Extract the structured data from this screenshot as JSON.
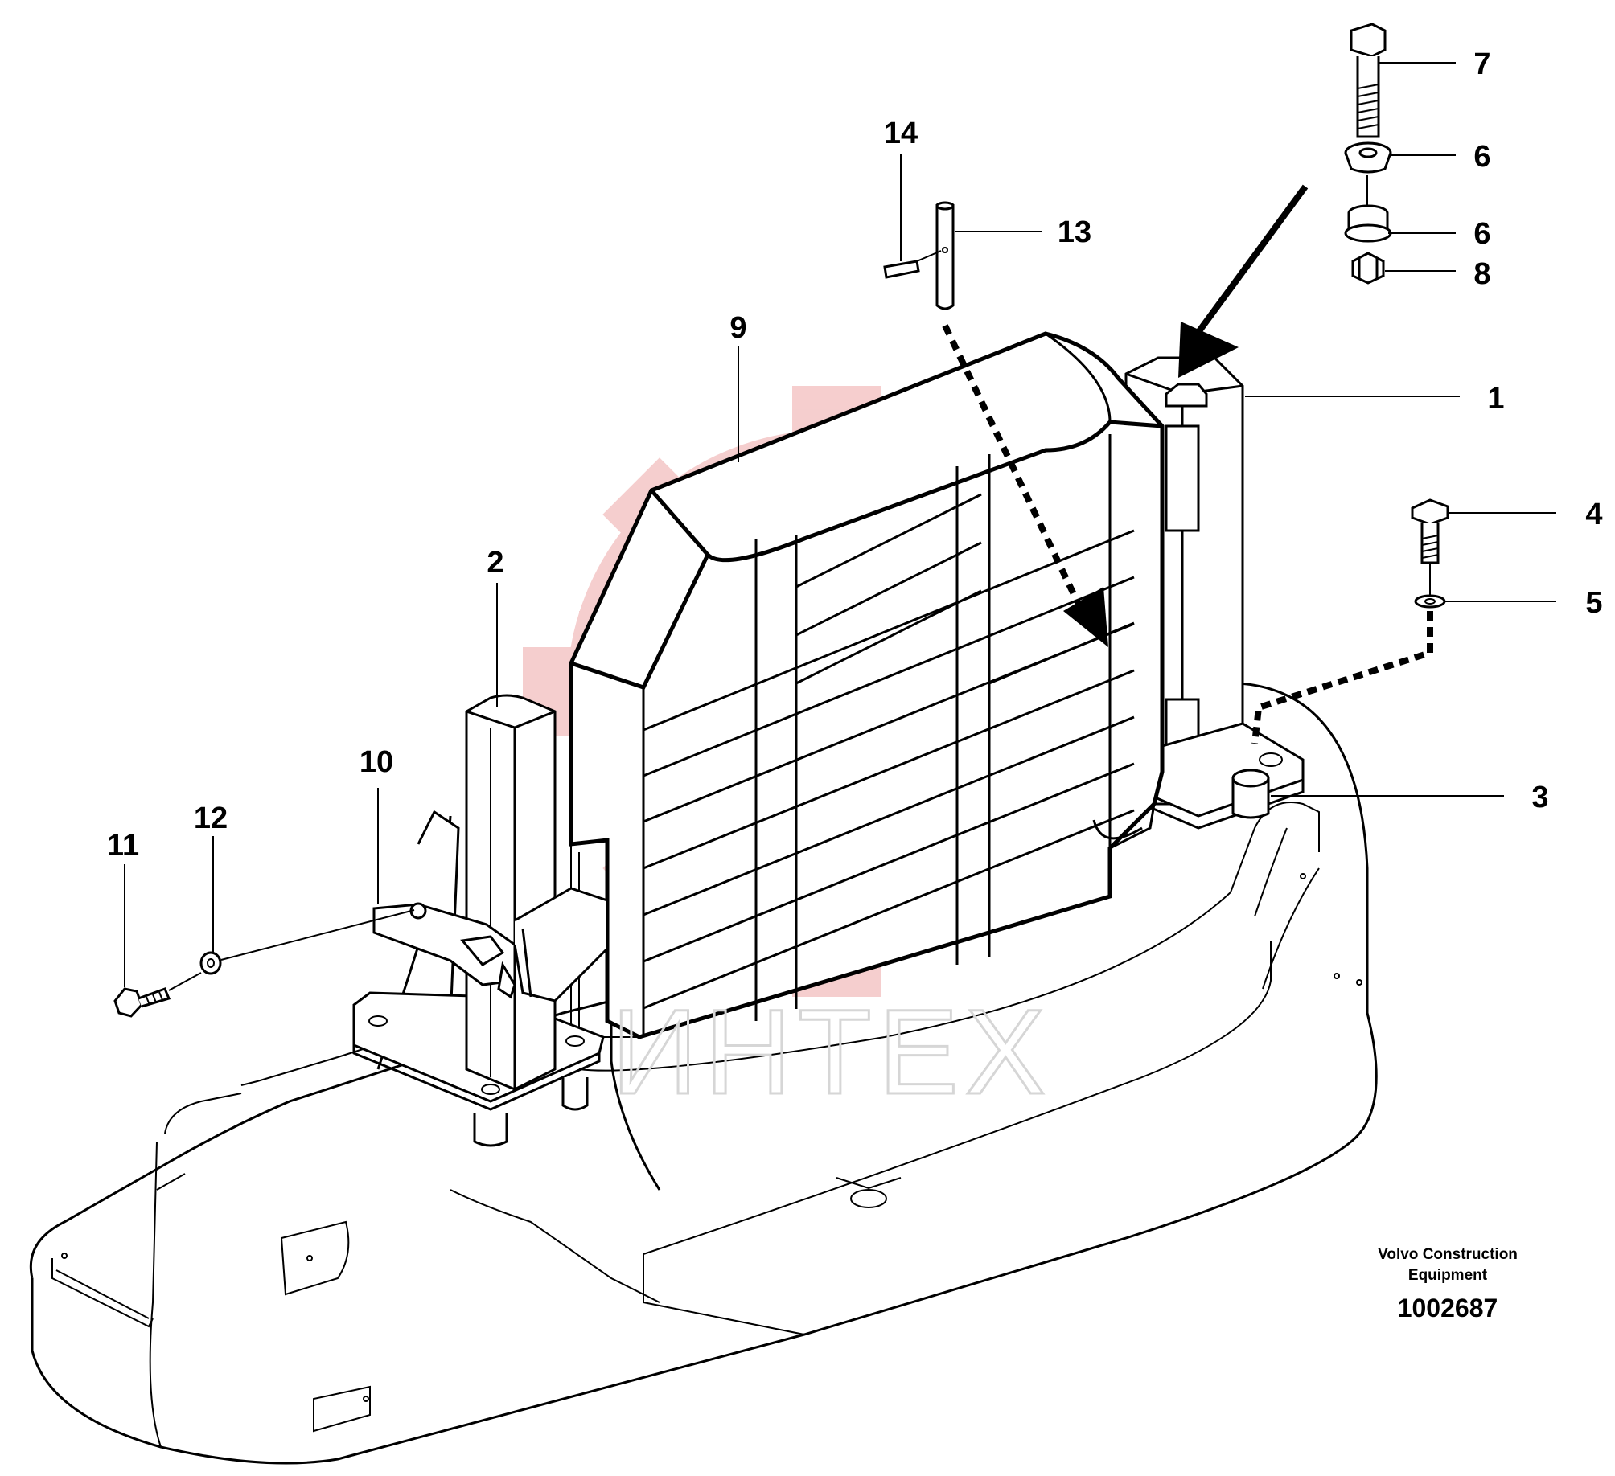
{
  "diagram": {
    "credit_line1": "Volvo Construction",
    "credit_line2": "Equipment",
    "document_number": "1002687",
    "watermark_text": "ИНТЕХ",
    "callouts": [
      {
        "id": "1",
        "label": "1"
      },
      {
        "id": "2",
        "label": "2"
      },
      {
        "id": "3",
        "label": "3"
      },
      {
        "id": "4",
        "label": "4"
      },
      {
        "id": "5",
        "label": "5"
      },
      {
        "id": "6a",
        "label": "6"
      },
      {
        "id": "6b",
        "label": "6"
      },
      {
        "id": "7",
        "label": "7"
      },
      {
        "id": "8",
        "label": "8"
      },
      {
        "id": "9",
        "label": "9"
      },
      {
        "id": "10",
        "label": "10"
      },
      {
        "id": "11",
        "label": "11"
      },
      {
        "id": "12",
        "label": "12"
      },
      {
        "id": "13",
        "label": "13"
      },
      {
        "id": "14",
        "label": "14"
      }
    ],
    "colors": {
      "line": "#000000",
      "watermark_logo": "#f4c6c6",
      "watermark_text": "#d6d6d6"
    }
  }
}
